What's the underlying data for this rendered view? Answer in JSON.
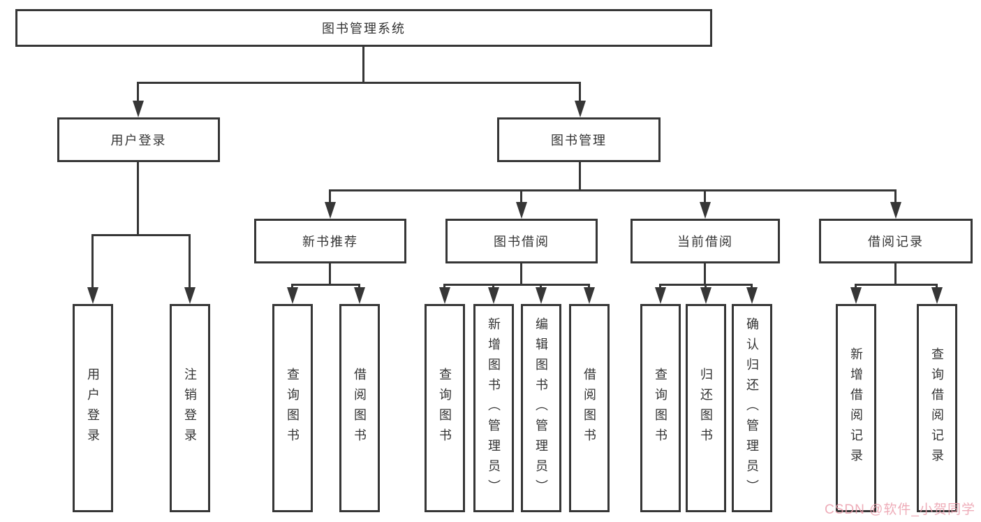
{
  "diagram": {
    "title": "图书管理系统",
    "colors": {
      "line": "#363636",
      "text": "#333333",
      "background": "#ffffff",
      "watermark_pink": "#eb9eac"
    },
    "root": {
      "label": "图书管理系统",
      "children": [
        {
          "label": "用户登录",
          "children": [
            {
              "label": "用户登录"
            },
            {
              "label": "注销登录"
            }
          ]
        },
        {
          "label": "图书管理",
          "children": [
            {
              "label": "新书推荐",
              "children": [
                {
                  "label": "查询图书"
                },
                {
                  "label": "借阅图书"
                }
              ]
            },
            {
              "label": "图书借阅",
              "children": [
                {
                  "label": "查询图书"
                },
                {
                  "label": "新增图书（管理员）"
                },
                {
                  "label": "编辑图书（管理员）"
                },
                {
                  "label": "借阅图书"
                }
              ]
            },
            {
              "label": "当前借阅",
              "children": [
                {
                  "label": "查询图书"
                },
                {
                  "label": "归还图书"
                },
                {
                  "label": "确认归还（管理员）"
                }
              ]
            },
            {
              "label": "借阅记录",
              "children": [
                {
                  "label": "新增借阅记录"
                },
                {
                  "label": "查询借阅记录"
                }
              ]
            }
          ]
        }
      ]
    }
  },
  "watermark": {
    "text": "CSDN @软件_小贺同学"
  }
}
